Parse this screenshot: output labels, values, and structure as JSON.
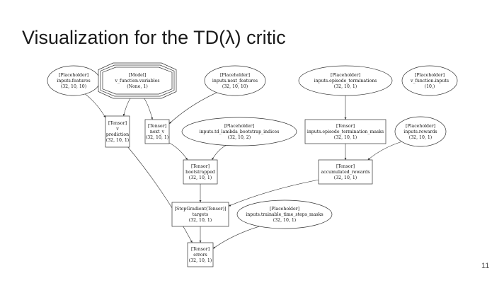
{
  "slide": {
    "title": "Visualization for the TD(λ) critic",
    "page_number": "11"
  },
  "graph": {
    "nodes": [
      {
        "id": "inputs_features",
        "kind": "Placeholder",
        "shape": "ellipse",
        "lines": [
          "[Placeholder]",
          "inputs.features",
          "(32, 10, 10)"
        ]
      },
      {
        "id": "v_function_variables",
        "kind": "Model",
        "shape": "octagon",
        "lines": [
          "[Model]",
          "v_function.variables",
          "(None, 1)"
        ]
      },
      {
        "id": "inputs_next_features",
        "kind": "Placeholder",
        "shape": "ellipse",
        "lines": [
          "[Placeholder]",
          "inputs.next_features",
          "(32, 10, 10)"
        ]
      },
      {
        "id": "inputs_episode_terminations",
        "kind": "Placeholder",
        "shape": "ellipse",
        "lines": [
          "[Placeholder]",
          "inputs.episode_terminations",
          "(32, 10, 1)"
        ]
      },
      {
        "id": "v_function_inputs",
        "kind": "Placeholder",
        "shape": "ellipse",
        "lines": [
          "[Placeholder]",
          "v_function.inputs",
          "(10,)"
        ]
      },
      {
        "id": "v_prediction",
        "kind": "Tensor",
        "shape": "box",
        "lines": [
          "[Tensor]",
          "v",
          "prediction",
          "(32, 10, 1)"
        ]
      },
      {
        "id": "next_v",
        "kind": "Tensor",
        "shape": "box",
        "lines": [
          "[Tensor]",
          "next_v",
          "(32, 10, 1)"
        ]
      },
      {
        "id": "inputs_td_lambda_bootstrap_indices",
        "kind": "Placeholder",
        "shape": "ellipse",
        "lines": [
          "[Placeholder]",
          "inputs.td_lambda_bootstrap_indices",
          "(32, 10, 2)"
        ]
      },
      {
        "id": "inputs_episode_termination_masks",
        "kind": "Tensor",
        "shape": "box",
        "lines": [
          "[Tensor]",
          "inputs.episode_termination_masks",
          "(32, 10, 1)"
        ]
      },
      {
        "id": "inputs_rewards",
        "kind": "Placeholder",
        "shape": "ellipse",
        "lines": [
          "[Placeholder]",
          "inputs.rewards",
          "(32, 10, 1)"
        ]
      },
      {
        "id": "bootstrapped",
        "kind": "Tensor",
        "shape": "box",
        "lines": [
          "[Tensor]",
          "bootstrapped",
          "(32, 10, 1)"
        ]
      },
      {
        "id": "accumulated_rewards",
        "kind": "Tensor",
        "shape": "box",
        "lines": [
          "[Tensor]",
          "accumulated_rewards",
          "(32, 10, 1)"
        ]
      },
      {
        "id": "targets",
        "kind": "StopGradient(Tensor)",
        "shape": "box",
        "lines": [
          "[StopGradient(Tensor)]",
          "targets",
          "(32, 10, 1)"
        ]
      },
      {
        "id": "inputs_trainable_time_steps_masks",
        "kind": "Placeholder",
        "shape": "ellipse",
        "lines": [
          "[Placeholder]",
          "inputs.trainable_time_steps_masks",
          "(32, 10, 1)"
        ]
      },
      {
        "id": "errors",
        "kind": "Tensor",
        "shape": "box",
        "lines": [
          "[Tensor]",
          "errors",
          "(32, 10, 1)"
        ]
      }
    ],
    "edges": [
      {
        "from": "inputs_features",
        "to": "v_prediction"
      },
      {
        "from": "v_function_variables",
        "to": "v_prediction"
      },
      {
        "from": "v_function_variables",
        "to": "next_v"
      },
      {
        "from": "inputs_next_features",
        "to": "next_v"
      },
      {
        "from": "v_prediction",
        "to": "errors"
      },
      {
        "from": "next_v",
        "to": "bootstrapped"
      },
      {
        "from": "inputs_td_lambda_bootstrap_indices",
        "to": "bootstrapped"
      },
      {
        "from": "inputs_episode_terminations",
        "to": "inputs_episode_termination_masks"
      },
      {
        "from": "inputs_episode_termination_masks",
        "to": "accumulated_rewards"
      },
      {
        "from": "inputs_rewards",
        "to": "accumulated_rewards"
      },
      {
        "from": "bootstrapped",
        "to": "targets"
      },
      {
        "from": "accumulated_rewards",
        "to": "targets"
      },
      {
        "from": "targets",
        "to": "errors"
      },
      {
        "from": "inputs_trainable_time_steps_masks",
        "to": "errors"
      }
    ]
  }
}
